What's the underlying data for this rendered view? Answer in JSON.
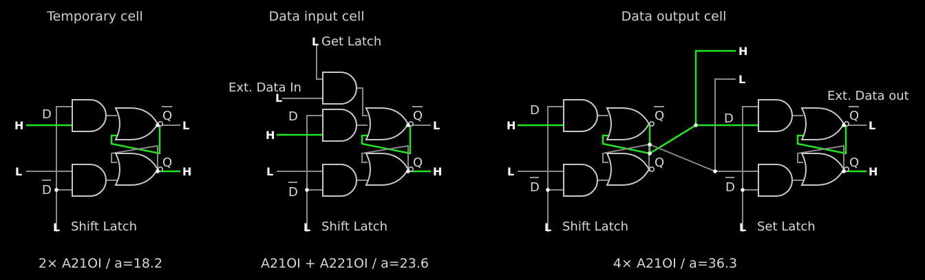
{
  "cells": [
    {
      "title": "Temporary cell",
      "footer": "2× A21OI / a=18.2",
      "d_label": "D",
      "dbar_label": "D",
      "q_label": "Q",
      "qbar_label": "Q",
      "in_top_level": "H",
      "in_bottom_level": "L",
      "latch_level": "L",
      "latch_label": "Shift Latch",
      "qbar_level": "L",
      "q_level": "H"
    },
    {
      "title": "Data input cell",
      "footer": "A21OI + A221OI / a=23.6",
      "get_latch_level": "L",
      "get_latch_label": "Get Latch",
      "ext_in_label": "Ext. Data In",
      "ext_in_level": "L",
      "d_label": "D",
      "dbar_label": "D",
      "q_label": "Q",
      "qbar_label": "Q",
      "in_top_level": "H",
      "in_bottom_level": "L",
      "latch_level": "L",
      "latch_label": "Shift Latch",
      "qbar_level": "L",
      "q_level": "H"
    },
    {
      "title": "Data output cell",
      "footer": "4× A21OI / a=36.3",
      "d_label": "D",
      "dbar_label": "D",
      "q_label": "Q",
      "qbar_label": "Q",
      "in_top_level": "H",
      "in_bottom_level": "L",
      "shift_latch_level": "L",
      "shift_latch_label": "Shift Latch",
      "top_out_level": "H",
      "mid_out_level": "L",
      "ext_out_label": "Ext. Data out",
      "d2_label": "D",
      "d2bar_label": "D",
      "q2_label": "Q",
      "q2bar_label": "Q",
      "set_latch_level": "L",
      "set_latch_label": "Set Latch",
      "qbar2_level": "L",
      "q2_level": "H"
    }
  ]
}
